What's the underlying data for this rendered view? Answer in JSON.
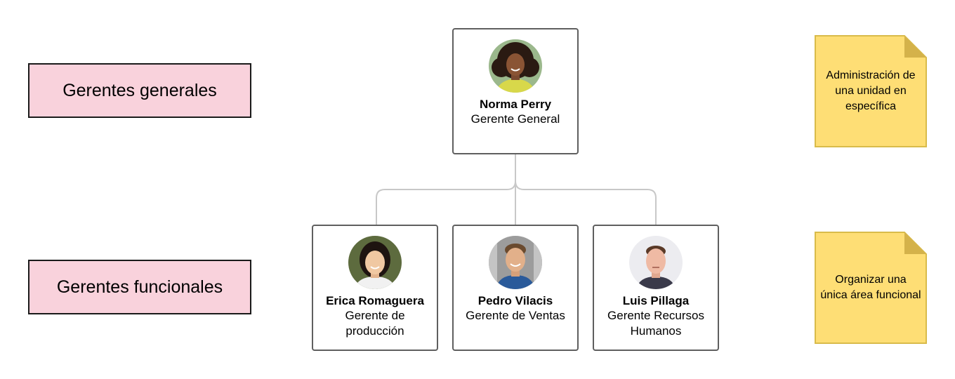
{
  "levels": {
    "general": "Gerentes generales",
    "functional": "Gerentes funcionales"
  },
  "top_manager": {
    "name": "Norma Perry",
    "role": "Gerente General"
  },
  "functional_managers": [
    {
      "name": "Erica Romaguera",
      "role": "Gerente de producción"
    },
    {
      "name": "Pedro Vilacis",
      "role": "Gerente de Ventas"
    },
    {
      "name": "Luis Pillaga",
      "role": "Gerente Recursos Humanos"
    }
  ],
  "notes": {
    "general": "Administración de una unidad en específica",
    "functional": "Organizar una única área funcional"
  },
  "colors": {
    "label_fill": "#f9d2dc",
    "note_fill": "#fede75",
    "note_border": "#d9bb4a",
    "connector": "#c8c8c8"
  }
}
